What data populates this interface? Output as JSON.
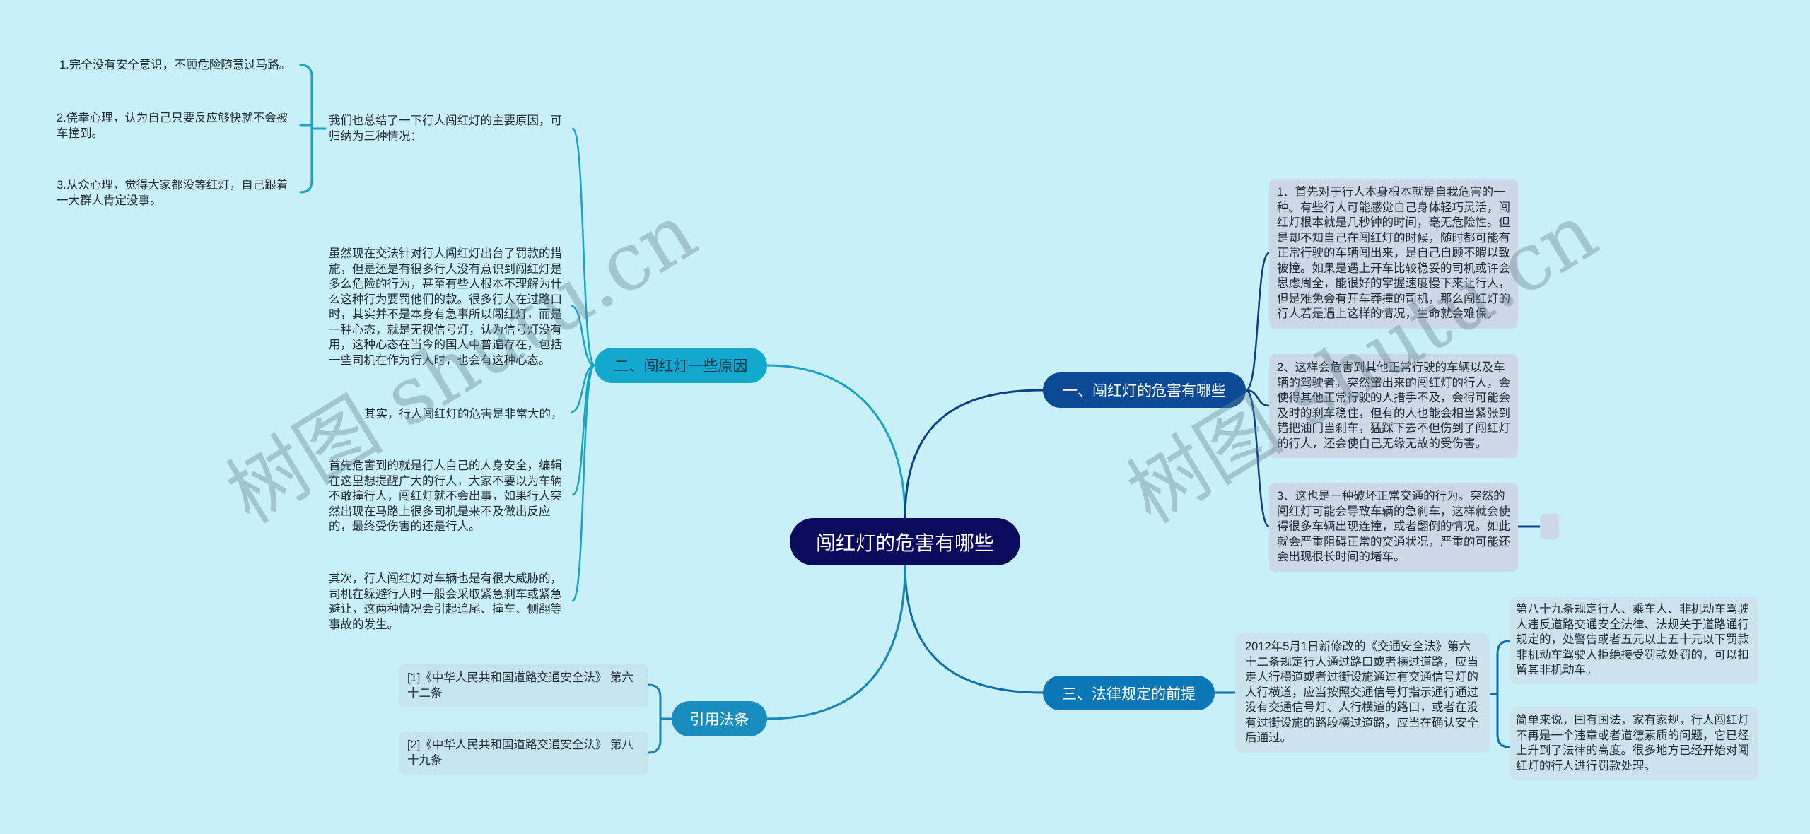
{
  "central_topic": {
    "label": "闯红灯的危害有哪些"
  },
  "branches": {
    "harms": {
      "label": "一、闯红灯的危害有哪些",
      "children": [
        {
          "text": "1、首先对于行人本身根本就是自我危害的一种。有些行人可能感觉自己身体轻巧灵活，闯红灯根本就是几秒钟的时间，毫无危险性。但是却不知自己在闯红灯的时候，随时都可能有正常行驶的车辆闯出来，是自己自顾不暇以致被撞。如果是遇上开车比较稳妥的司机或许会思虑周全，能很好的掌握速度慢下来让行人，但是难免会有开车莽撞的司机，那么闯红灯的行人若是遇上这样的情况，生命就会难保。"
        },
        {
          "text": "2、这样会危害到其他正常行驶的车辆以及车辆的驾驶者。突然窜出来的闯红灯的行人，会使得其他正常行驶的人措手不及，会得可能会及时的刹车稳住，但有的人也能会相当紧张到错把油门当刹车，猛踩下去不但伤到了闯红灯的行人，还会使自己无缘无故的受伤害。"
        },
        {
          "text": "3、这也是一种破坏正常交通的行为。突然的闯红灯可能会导致车辆的急刹车，这样就会使得很多车辆出现连撞，或者翻倒的情况。如此就会严重阻碍正常的交通状况，严重的可能还会出现很长时间的堵车。",
          "children": [
            {
              "text": ""
            }
          ]
        }
      ]
    },
    "reasons": {
      "label": "二、闯红灯一些原因",
      "children": [
        {
          "text": "我们也总结了一下行人闯红灯的主要原因，可归纳为三种情况：",
          "children": [
            {
              "text": "1.完全没有安全意识，不顾危险随意过马路。"
            },
            {
              "text": "2.侥幸心理，认为自己只要反应够快就不会被车撞到。"
            },
            {
              "text": "3.从众心理，觉得大家都没等红灯，自己跟着一大群人肯定没事。"
            }
          ]
        },
        {
          "text": "虽然现在交法针对行人闯红灯出台了罚款的措施，但是还是有很多行人没有意识到闯红灯是多么危险的行为，甚至有些人根本不理解为什么这种行为要罚他们的款。很多行人在过路口时，其实并不是本身有急事所以闯红灯，而是一种心态，就是无视信号灯，认为信号灯没有用，这种心态在当今的国人中普遍存在，包括一些司机在作为行人时，也会有这种心态。"
        },
        {
          "text": "其实，行人闯红灯的危害是非常大的，"
        },
        {
          "text": "首先危害到的就是行人自己的人身安全，编辑在这里想提醒广大的行人，大家不要以为车辆不敢撞行人，闯红灯就不会出事，如果行人突然出现在马路上很多司机是来不及做出反应的，最终受伤害的还是行人。"
        },
        {
          "text": "其次，行人闯红灯对车辆也是有很大威胁的，司机在躲避行人时一般会采取紧急刹车或紧急避让，这两种情况会引起追尾、撞车、侧翻等事故的发生。"
        }
      ]
    },
    "law": {
      "label": "三、法律规定的前提",
      "children": [
        {
          "text": "2012年5月1日新修改的《交通安全法》第六十二条规定行人通过路口或者横过道路，应当走人行横道或者过街设施通过有交通信号灯的人行横道，应当按照交通信号灯指示通行通过没有交通信号灯、人行横道的路口，或者在没有过街设施的路段横过道路，应当在确认安全后通过。",
          "children": [
            {
              "text": "第八十九条规定行人、乘车人、非机动车驾驶人违反道路交通安全法律、法规关于道路通行规定的，处警告或者五元以上五十元以下罚款非机动车驾驶人拒绝接受罚款处罚的，可以扣留其非机动车。"
            },
            {
              "text": "简单来说，国有国法，家有家规，行人闯红灯不再是一个违章或者道德素质的问题，它已经上升到了法律的高度。很多地方已经开始对闯红灯的行人进行罚款处理。"
            }
          ]
        }
      ]
    },
    "citations": {
      "label": "引用法条",
      "children": [
        {
          "text": "[1]《中华人民共和国道路交通安全法》 第六十二条"
        },
        {
          "text": "[2]《中华人民共和国道路交通安全法》 第八十九条"
        }
      ]
    }
  },
  "colors": {
    "background": "#c9f0f8",
    "central": "#0b0b5e",
    "harms": "#0b4a94",
    "reasons": "#13a9cf",
    "law": "#0b77b6",
    "citations": "#1a8dbf",
    "note_box": "#cdd8e6"
  },
  "watermark": {
    "text": "树图 shutu.cn"
  }
}
